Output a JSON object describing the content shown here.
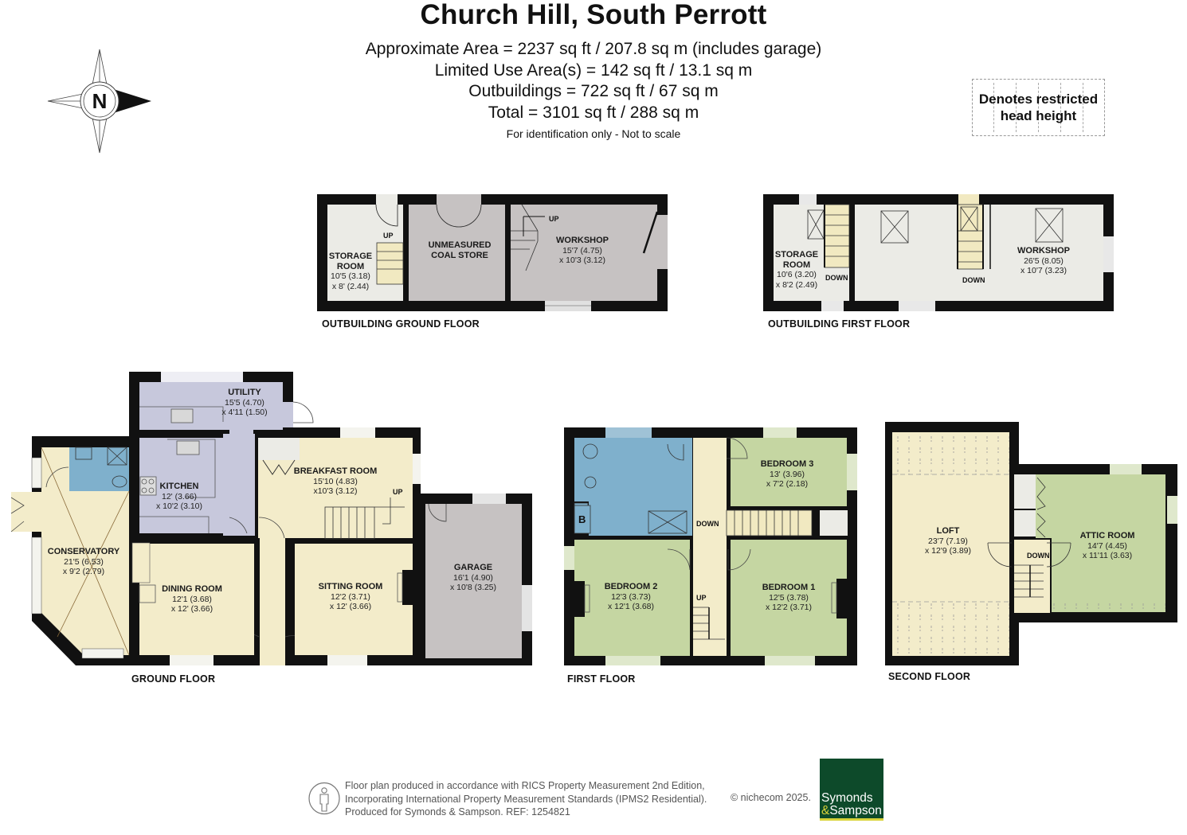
{
  "header": {
    "title": "Church Hill, South Perrott",
    "areas": [
      "Approximate Area = 2237 sq ft / 207.8 sq m (includes garage)",
      "Limited Use Area(s) = 142 sq ft / 13.1 sq m",
      "Outbuildings = 722 sq ft / 67 sq m",
      "Total = 3101 sq ft / 288 sq m"
    ],
    "disclaimer": "For identification only - Not to scale"
  },
  "compass": {
    "icon": "north-compass-icon",
    "letter": "N"
  },
  "legend": {
    "text_line1": "Denotes restricted",
    "text_line2": "head height"
  },
  "colors": {
    "wall": "#111111",
    "living": "#f3ecca",
    "kitchen_utility": "#c7c8dc",
    "bathroom": "#7fb0cc",
    "bedroom": "#c5d6a2",
    "garage_outbuilding": "#c6c2c2",
    "storage": "#ebebe6",
    "logo_green": "#0d4a2a",
    "logo_yellow": "#d9d33a"
  },
  "floors": {
    "outbuilding_ground": {
      "label": "OUTBUILDING GROUND FLOOR",
      "rooms": [
        {
          "name": "STORAGE",
          "name2": "ROOM",
          "dim1": "10'5 (3.18)",
          "dim2": "x 8' (2.44)"
        },
        {
          "name": "UNMEASURED",
          "name2": "COAL STORE"
        },
        {
          "name": "WORKSHOP",
          "dim1": "15'7 (4.75)",
          "dim2": "x 10'3 (3.12)"
        }
      ],
      "stairs": [
        "UP",
        "UP"
      ]
    },
    "outbuilding_first": {
      "label": "OUTBUILDING  FIRST FLOOR",
      "rooms": [
        {
          "name": "STORAGE",
          "name2": "ROOM",
          "dim1": "10'6 (3.20)",
          "dim2": "x 8'2 (2.49)"
        },
        {
          "name": "WORKSHOP",
          "dim1": "26'5 (8.05)",
          "dim2": "x 10'7 (3.23)"
        }
      ],
      "stairs": [
        "DOWN",
        "DOWN"
      ]
    },
    "ground": {
      "label": "GROUND FLOOR",
      "rooms": [
        {
          "name": "UTILITY",
          "dim1": "15'5 (4.70)",
          "dim2": "x 4'11 (1.50)"
        },
        {
          "name": "KITCHEN",
          "dim1": "12' (3.66)",
          "dim2": "x 10'2 (3.10)"
        },
        {
          "name": "BREAKFAST ROOM",
          "dim1": "15'10 (4.83)",
          "dim2": "x10'3 (3.12)"
        },
        {
          "name": "CONSERVATORY",
          "dim1": "21'5 (6.53)",
          "dim2": "x 9'2 (2.79)"
        },
        {
          "name": "DINING ROOM",
          "dim1": "12'1 (3.68)",
          "dim2": "x 12' (3.66)"
        },
        {
          "name": "SITTING ROOM",
          "dim1": "12'2 (3.71)",
          "dim2": "x 12' (3.66)"
        },
        {
          "name": "GARAGE",
          "dim1": "16'1 (4.90)",
          "dim2": "x 10'8 (3.25)"
        }
      ],
      "stairs": [
        "UP"
      ]
    },
    "first": {
      "label": "FIRST FLOOR",
      "rooms": [
        {
          "name": "BEDROOM 3",
          "dim1": "13' (3.96)",
          "dim2": "x 7'2 (2.18)"
        },
        {
          "name": "BEDROOM 2",
          "dim1": "12'3 (3.73)",
          "dim2": "x 12'1 (3.68)"
        },
        {
          "name": "BEDROOM 1",
          "dim1": "12'5 (3.78)",
          "dim2": "x 12'2 (3.71)"
        }
      ],
      "stairs": [
        "DOWN",
        "UP"
      ],
      "boiler_label": "B"
    },
    "second": {
      "label": "SECOND FLOOR",
      "rooms": [
        {
          "name": "LOFT",
          "dim1": "23'7 (7.19)",
          "dim2": "x 12'9 (3.89)"
        },
        {
          "name": "ATTIC ROOM",
          "dim1": "14'7 (4.45)",
          "dim2": "x 11'11 (3.63)"
        }
      ],
      "stairs": [
        "DOWN"
      ]
    }
  },
  "footer": {
    "lines": [
      "Floor plan produced in accordance with RICS Property Measurement 2nd Edition,",
      "Incorporating International Property Measurement Standards (IPMS2 Residential).",
      "Produced for Symonds & Sampson.   REF:  1254821"
    ],
    "copyright": "© nichecom 2025.",
    "logo_line1": "Symonds",
    "logo_amp": "&",
    "logo_line2": "Sampson"
  }
}
